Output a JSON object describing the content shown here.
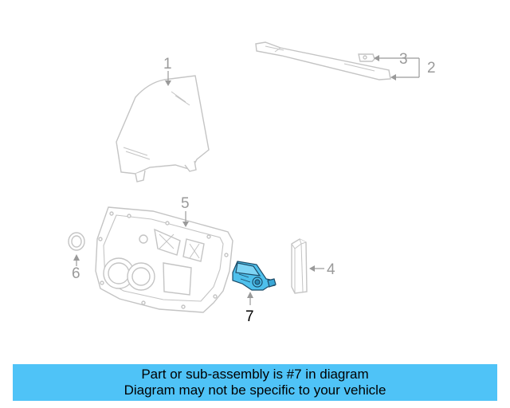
{
  "colors": {
    "part_outline": "#c4c4c4",
    "callout_text": "#9a9a9a",
    "highlight_fill": "#4ec0ec",
    "highlight_stroke": "#1c4a66",
    "caption_bg": "#4fc3f7",
    "caption_text": "#000000"
  },
  "callouts": [
    {
      "id": "1",
      "label": "1"
    },
    {
      "id": "2",
      "label": "2"
    },
    {
      "id": "3",
      "label": "3"
    },
    {
      "id": "4",
      "label": "4"
    },
    {
      "id": "5",
      "label": "5"
    },
    {
      "id": "6",
      "label": "6"
    },
    {
      "id": "7",
      "label": "7"
    }
  ],
  "highlighted_part": "7",
  "caption": {
    "line1": "Part or sub-assembly is #7 in diagram",
    "line2": "Diagram may not be specific to your vehicle"
  }
}
